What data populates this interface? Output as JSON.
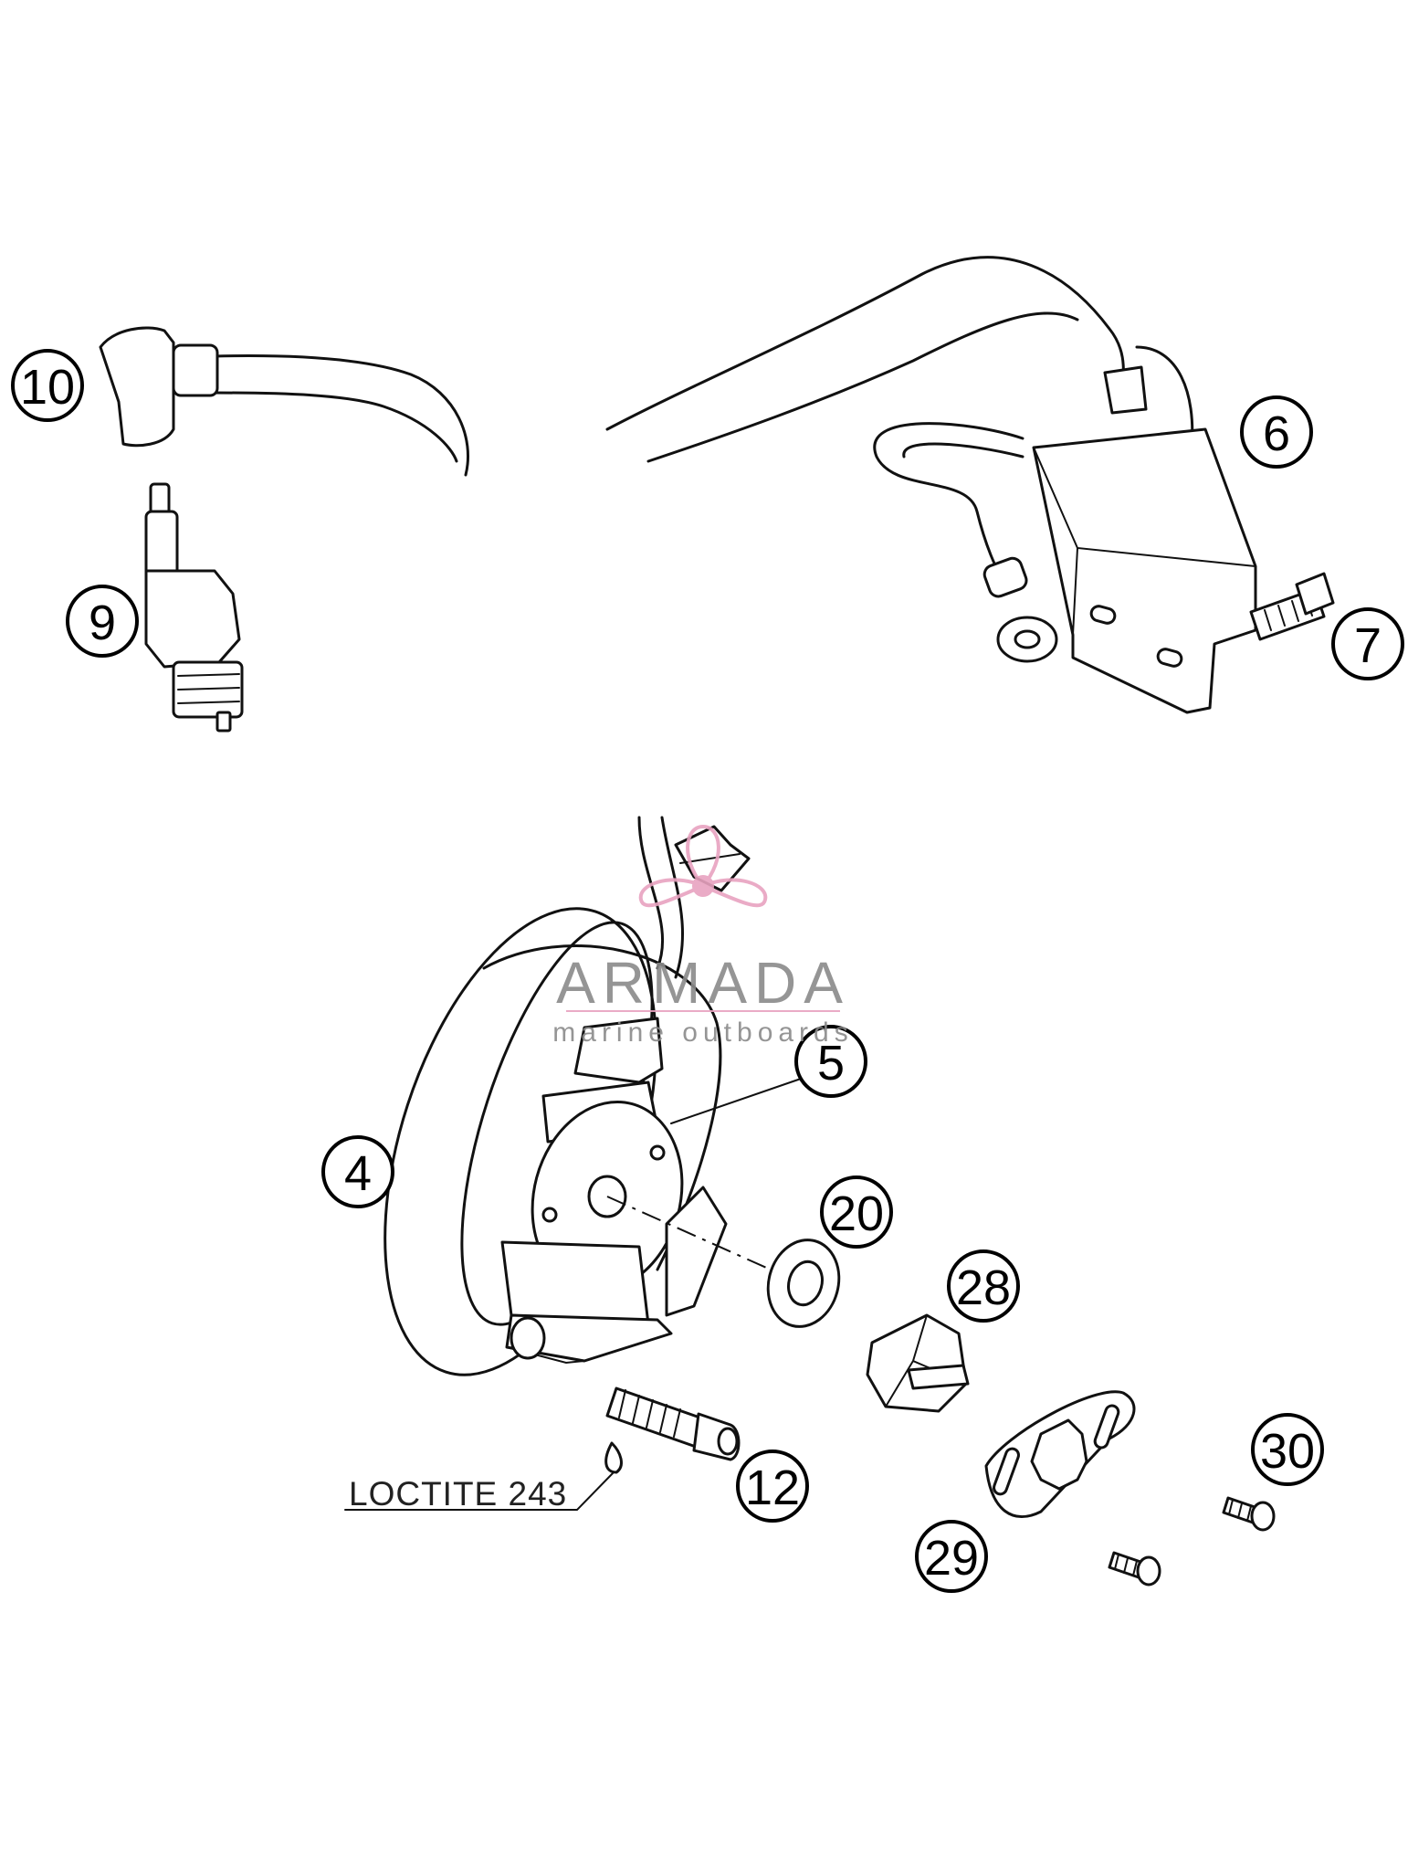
{
  "callouts": [
    {
      "id": "10",
      "label": "10"
    },
    {
      "id": "9",
      "label": "9"
    },
    {
      "id": "6",
      "label": "6"
    },
    {
      "id": "7",
      "label": "7"
    },
    {
      "id": "5",
      "label": "5"
    },
    {
      "id": "4",
      "label": "4"
    },
    {
      "id": "20",
      "label": "20"
    },
    {
      "id": "28",
      "label": "28"
    },
    {
      "id": "12",
      "label": "12"
    },
    {
      "id": "30",
      "label": "30"
    },
    {
      "id": "29",
      "label": "29"
    }
  ],
  "note": {
    "text": "LOCTITE 243"
  },
  "watermark": {
    "brand": "ARMADA",
    "tagline": "marine outboards",
    "logo_color": "#e8a3c0",
    "text_color": "#8a8a8a"
  }
}
